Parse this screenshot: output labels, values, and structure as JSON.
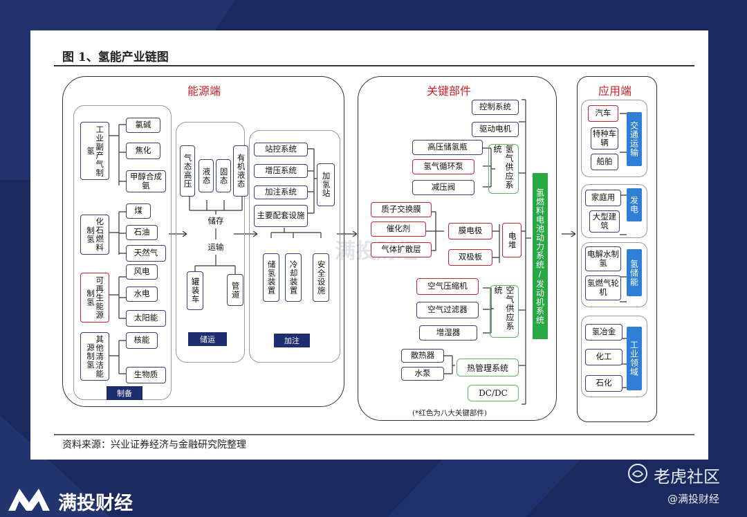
{
  "figure": {
    "title": "图 1、氢能产业链图",
    "source": "资料来源：兴业证券经济与金融研究院整理",
    "note": "(*红色为八大关键部件)"
  },
  "energy_end": {
    "title": "能源端",
    "production": {
      "label": "制备",
      "groups": [
        {
          "source": "工业副产气制氢",
          "items": [
            "氯碱",
            "焦化",
            "甲醇合成氨"
          ]
        },
        {
          "source": "化石燃料制氢",
          "items": [
            "煤",
            "石油",
            "天然气"
          ]
        },
        {
          "source": "可再生能源制氢",
          "items": [
            "风电",
            "水电",
            "太阳能"
          ]
        },
        {
          "source": "其他清洁能源制氢",
          "items": [
            "核能",
            "生物质"
          ]
        }
      ]
    },
    "storage": {
      "label": "储运",
      "storage_types": [
        "气态高压",
        "液态",
        "固态",
        "有机液态"
      ],
      "storage_label": "储存",
      "transport_label": "运输",
      "transport_types": [
        "罐装车",
        "管道"
      ]
    },
    "refueling": {
      "label": "加注",
      "systems": [
        "站控系统",
        "增压系统",
        "加注系统",
        "主要配套设施"
      ],
      "station": "加氢站",
      "facilities": [
        "储氢装置",
        "冷却装置",
        "安全设施"
      ]
    }
  },
  "key_components": {
    "title": "关键部件",
    "control": [
      "控制系统",
      "驱动电机"
    ],
    "hydrogen_supply": {
      "items": [
        "高压储氢瓶",
        "氢气循环泵",
        "减压阀"
      ],
      "group": "氢气供应系统"
    },
    "stack_inputs": [
      "质子交换膜",
      "催化剂",
      "气体扩散层"
    ],
    "mea": "膜电极",
    "bipolar": "双极板",
    "stack": "电堆",
    "air_supply": {
      "items": [
        "空气压缩机",
        "空气过滤器",
        "增湿器"
      ],
      "group": "空气供应系统"
    },
    "thermal": {
      "items": [
        "散热器",
        "水泵"
      ],
      "group": "热管理系统"
    },
    "dcdc": "DC/DC",
    "system_bar": "氢燃料电池动力系统/发动机系统"
  },
  "application_end": {
    "title": "应用端",
    "groups": [
      {
        "items": [
          "汽车",
          "特种车辆",
          "船舶"
        ],
        "category": "交通运输"
      },
      {
        "items": [
          "家庭用",
          "大型建筑"
        ],
        "category": "发电"
      },
      {
        "items": [
          "电解水制氢",
          "氢燃气轮机"
        ],
        "category": "氢储能"
      },
      {
        "items": [
          "氢冶金",
          "化工",
          "石化"
        ],
        "category": "工业领域"
      }
    ]
  },
  "watermark": "满投财经",
  "footer": {
    "brand": "满投财经",
    "community": "老虎社区",
    "handle": "@满投财经"
  },
  "colors": {
    "key_red": "#c8202c",
    "box_navy": "#3a3f7c",
    "bar_green": "#27a844",
    "bar_blue": "#2f7fd6",
    "background": "#1b2a5e"
  }
}
